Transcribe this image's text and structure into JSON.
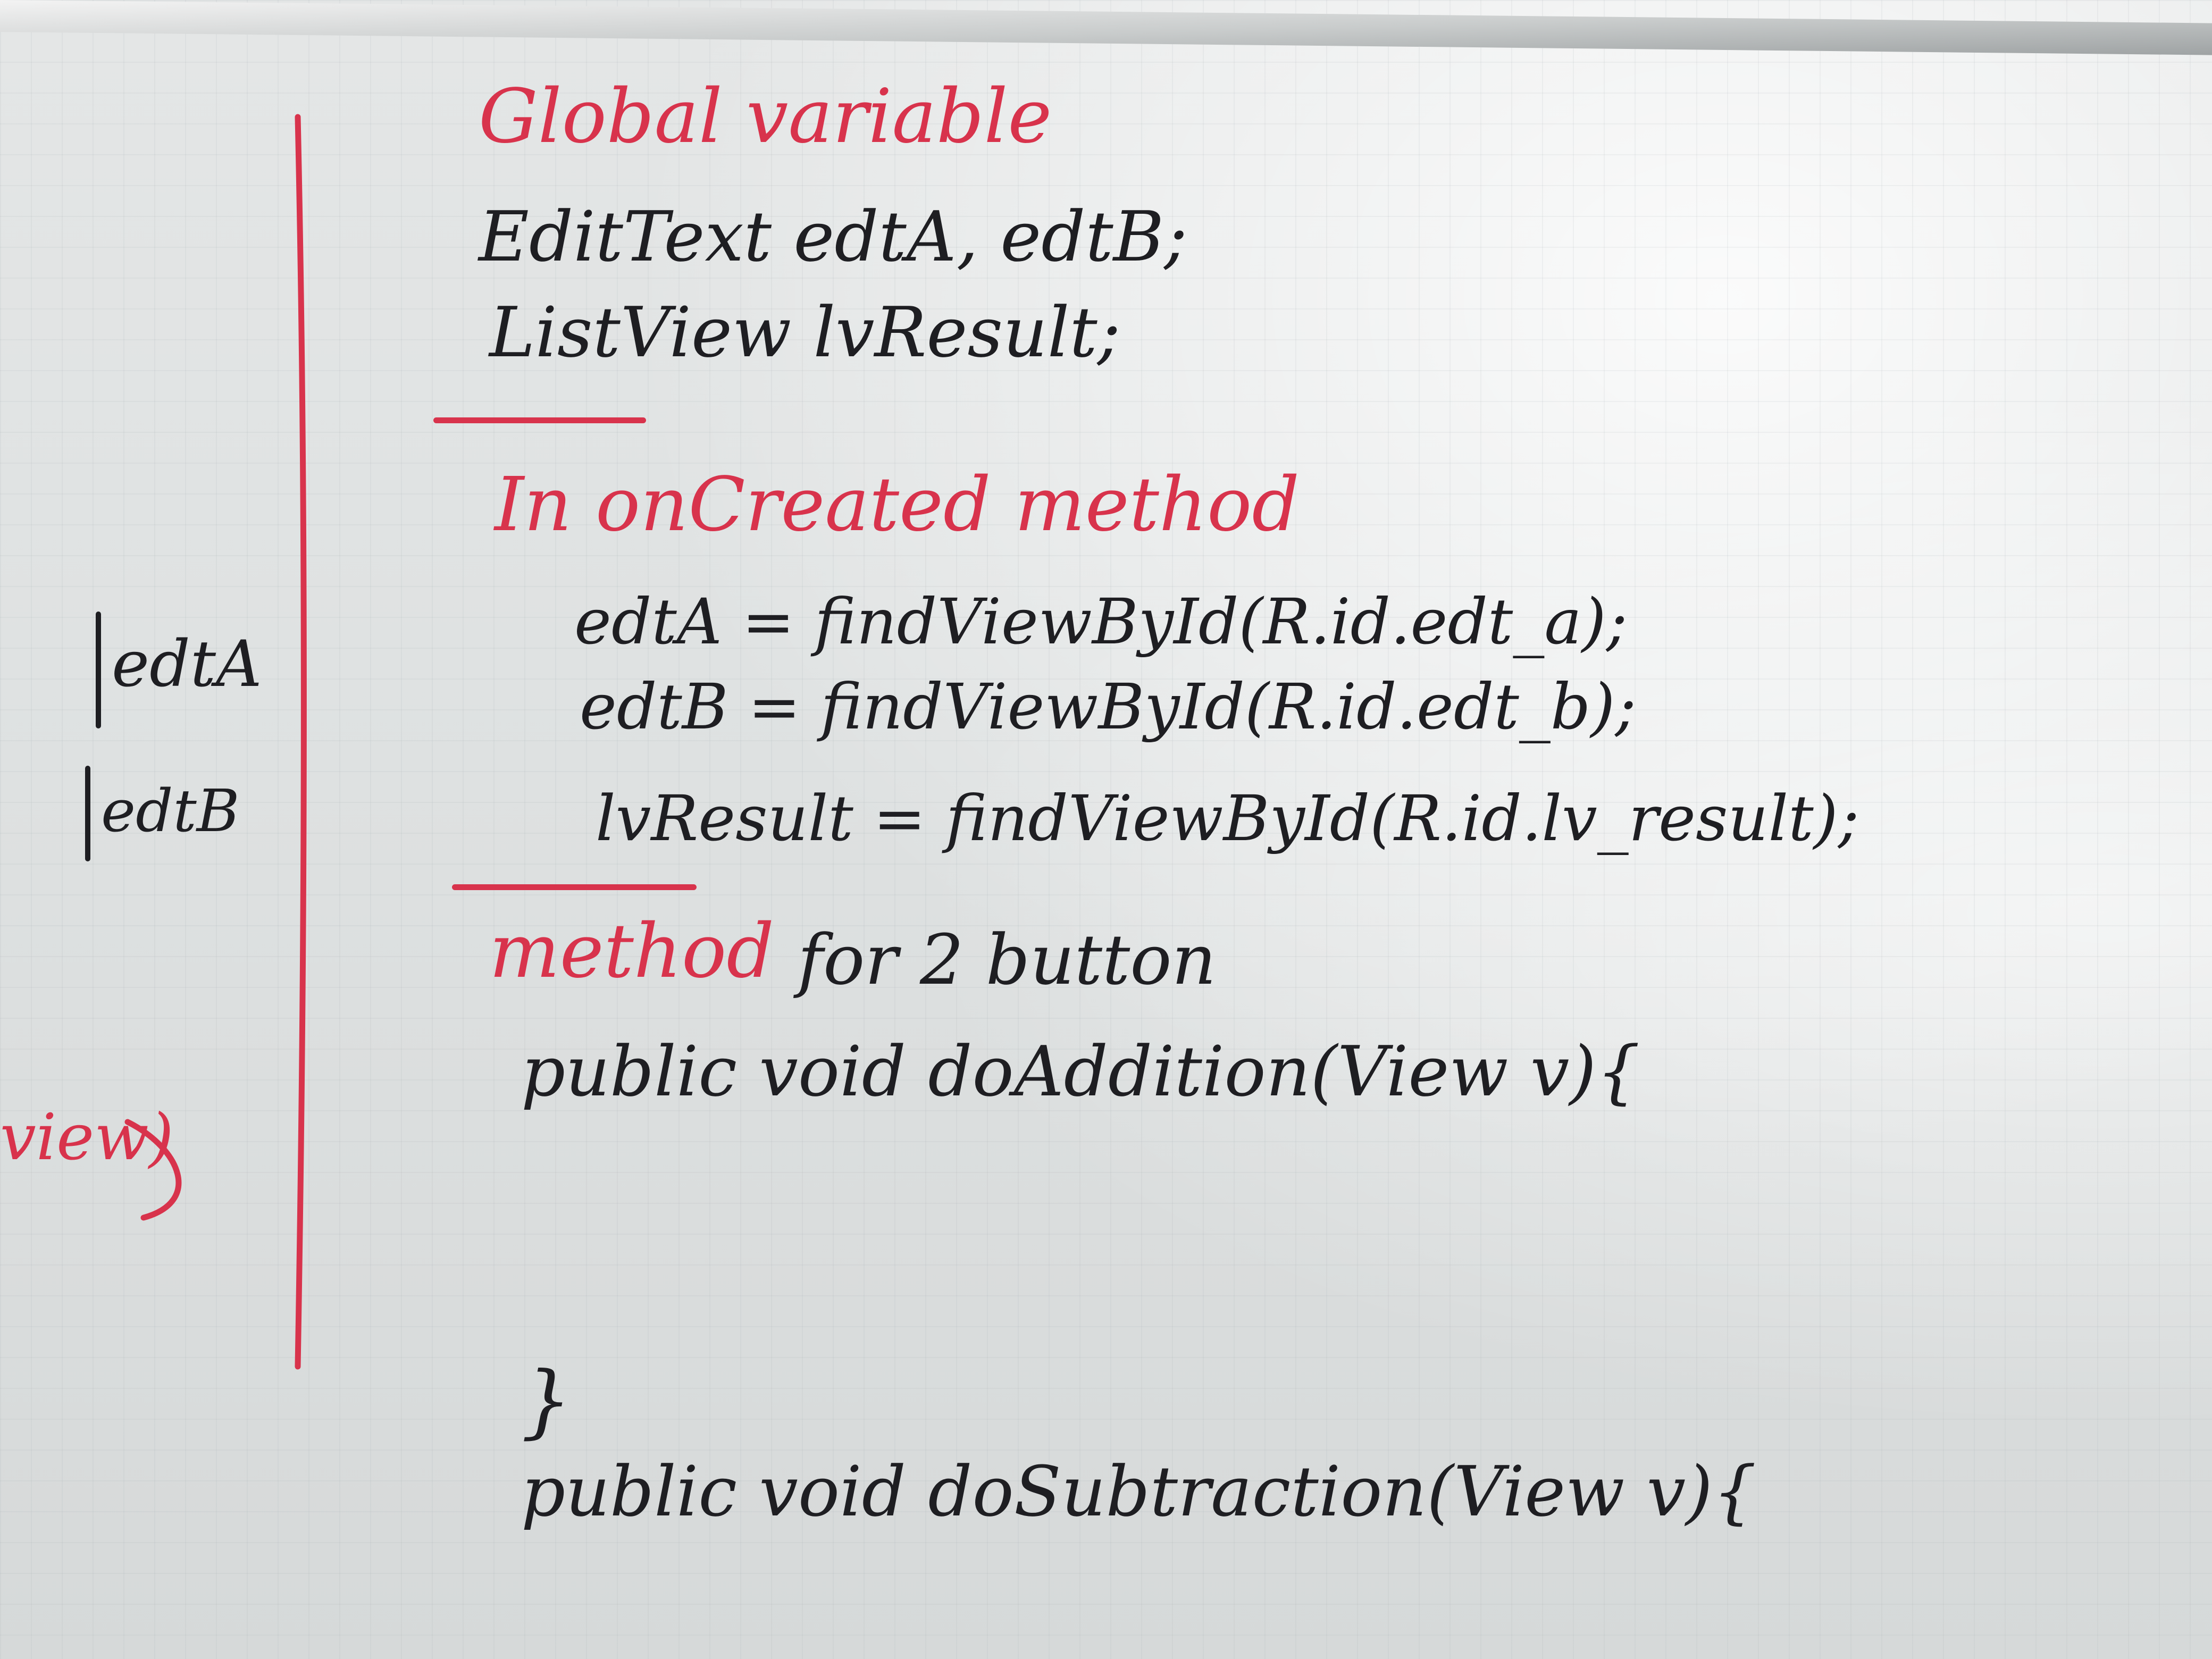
{
  "board": {
    "heading_globals": "Global variable",
    "line_edittext": "EditText edtA, edtB;",
    "line_listview": "ListView lvResult;",
    "heading_oncreate": "In onCreated method",
    "line_find_a": "edtA = findViewById(R.id.edt_a);",
    "line_find_b": "edtB = findViewById(R.id.edt_b);",
    "line_find_lv": "lvResult = findViewById(R.id.lv_result);",
    "heading_methods": "method",
    "heading_methods_rest": "for 2 button",
    "line_add_sig": "public void doAddition(View v){",
    "line_close_brace": "}",
    "line_sub_sig": "public void doSubtraction(View v){"
  },
  "margin": {
    "label_a": "edtA",
    "label_b": "edtB",
    "label_view": "view)"
  },
  "colors": {
    "black_marker": "#1e1e22",
    "red_marker": "#d8334c",
    "board": "#e0e3e3"
  }
}
